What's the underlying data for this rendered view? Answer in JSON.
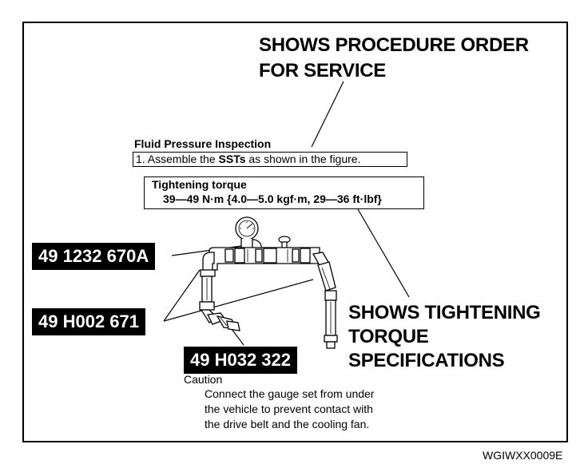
{
  "callouts": {
    "procedure_order": [
      "SHOWS PROCEDURE ORDER",
      "FOR SERVICE"
    ],
    "tightening_specs": [
      "SHOWS TIGHTENING",
      "TORQUE",
      "SPECIFICATIONS"
    ]
  },
  "procedure": {
    "title": "Fluid Pressure Inspection",
    "step_prefix": "1. Assemble the ",
    "step_bold": "SSTs",
    "step_suffix": " as shown in the figure."
  },
  "torque": {
    "heading": "Tightening torque",
    "value": "39—49 N·m {4.0—5.0 kgf·m, 29—36 ft·lbf}"
  },
  "part_labels": [
    "49 1232 670A",
    "49 H002 671",
    "49 H032 322"
  ],
  "caution": {
    "heading": "Caution",
    "lines": [
      "Connect the gauge set from under",
      "the vehicle to prevent contact with",
      "the drive belt and the cooling fan."
    ]
  },
  "figure_code": "WGIWXX0009E"
}
